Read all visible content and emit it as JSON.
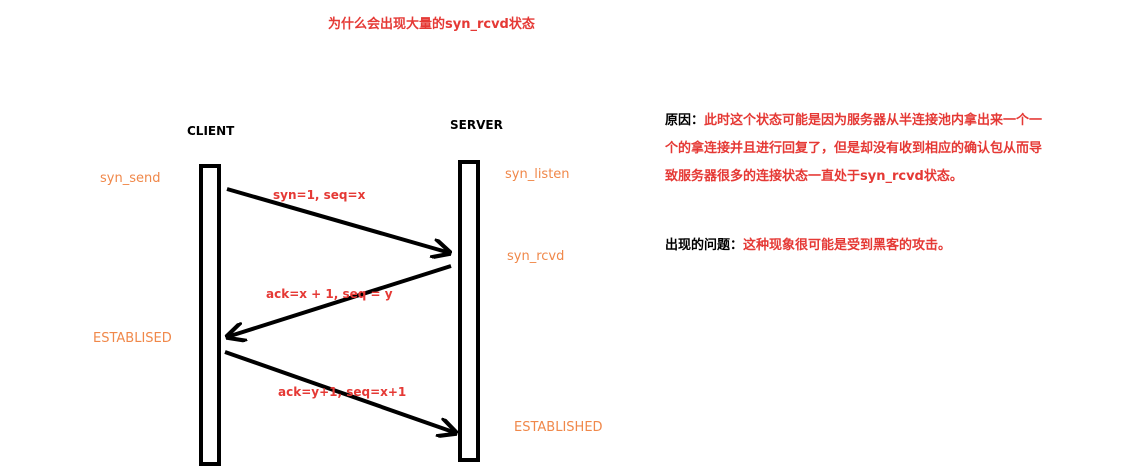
{
  "title": "为什么会出现大量的syn_rcvd状态",
  "nodes": {
    "client": "CLIENT",
    "server": "SERVER"
  },
  "states": {
    "client_syn_send": "syn_send",
    "client_established": "ESTABLISED",
    "server_syn_listen": "syn_listen",
    "server_syn_rcvd": "syn_rcvd",
    "server_established": "ESTABLISHED"
  },
  "messages": {
    "syn": "syn=1, seq=x",
    "syn_ack": "ack=x + 1, seq = y",
    "ack": "ack=y+1, seq=x+1"
  },
  "notes": {
    "reason_label": "原因：",
    "reason_text": "此时这个状态可能是因为服务器从半连接池内拿出来一个一个的拿连接并且进行回复了，但是却没有收到相应的确认包从而导致服务器很多的连接状态一直处于syn_rcvd状态。",
    "problem_label": "出现的问题：",
    "problem_text": "这种现象很可能是受到黑客的攻击。"
  }
}
